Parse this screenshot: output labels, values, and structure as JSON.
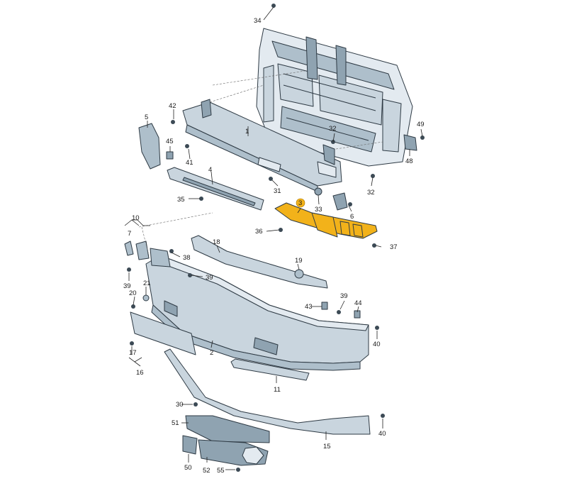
{
  "diagram": {
    "accent_color": "#f2b21a",
    "part_fill": "#c9d5de",
    "outline_color": "#2e3a44",
    "highlighted_part": "3",
    "labels": {
      "p1": "1",
      "p2": "2",
      "p3": "3",
      "p4": "4",
      "p5": "5",
      "p6": "6",
      "p7": "7",
      "p10": "10",
      "p11": "11",
      "p15": "15",
      "p16": "16",
      "p17": "17",
      "p18": "18",
      "p19": "19",
      "p20": "20",
      "p21": "21",
      "p30": "30",
      "p31": "31",
      "p32a": "32",
      "p32b": "32",
      "p33": "33",
      "p34": "34",
      "p35": "35",
      "p36": "36",
      "p37": "37",
      "p38": "38",
      "p39a": "39",
      "p39b": "39",
      "p39c": "39",
      "p40a": "40",
      "p40b": "40",
      "p41": "41",
      "p42": "42",
      "p43": "43",
      "p44": "44",
      "p45": "45",
      "p48": "48",
      "p49": "49",
      "p50": "50",
      "p51": "51",
      "p52": "52",
      "p55": "55"
    }
  }
}
